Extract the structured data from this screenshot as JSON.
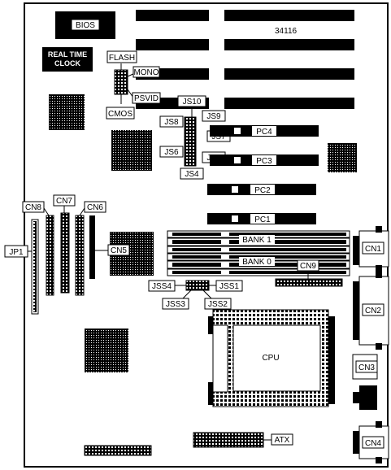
{
  "board_id": "34116",
  "chips": {
    "bios": "BIOS",
    "rtc_line1": "REAL TIME",
    "rtc_line2": "CLOCK"
  },
  "jumpers": {
    "flash": "FLASH",
    "mono": "MONO",
    "psvid": "PSVID",
    "cmos": "CMOS",
    "js10": "JS10",
    "js9": "JS9",
    "js8": "JS8",
    "js7": "JS7",
    "js6": "JS6",
    "js5": "JS5",
    "js4": "JS4",
    "jss4": "JSS4",
    "jss1": "JSS1",
    "jss3": "JSS3",
    "jss2": "JSS2"
  },
  "slots": {
    "pc4": "PC4",
    "pc3": "PC3",
    "pc2": "PC2",
    "pc1": "PC1"
  },
  "memory": {
    "bank1": "BANK 1",
    "bank0": "BANK 0"
  },
  "connectors": {
    "cn8": "CN8",
    "cn7": "CN7",
    "cn6": "CN6",
    "cn5": "CN5",
    "jp1": "JP1",
    "cn9": "CN9",
    "cn1": "CN1",
    "cn2": "CN2",
    "cn3": "CN3",
    "cn4": "CN4",
    "atx": "ATX"
  },
  "cpu": "CPU"
}
